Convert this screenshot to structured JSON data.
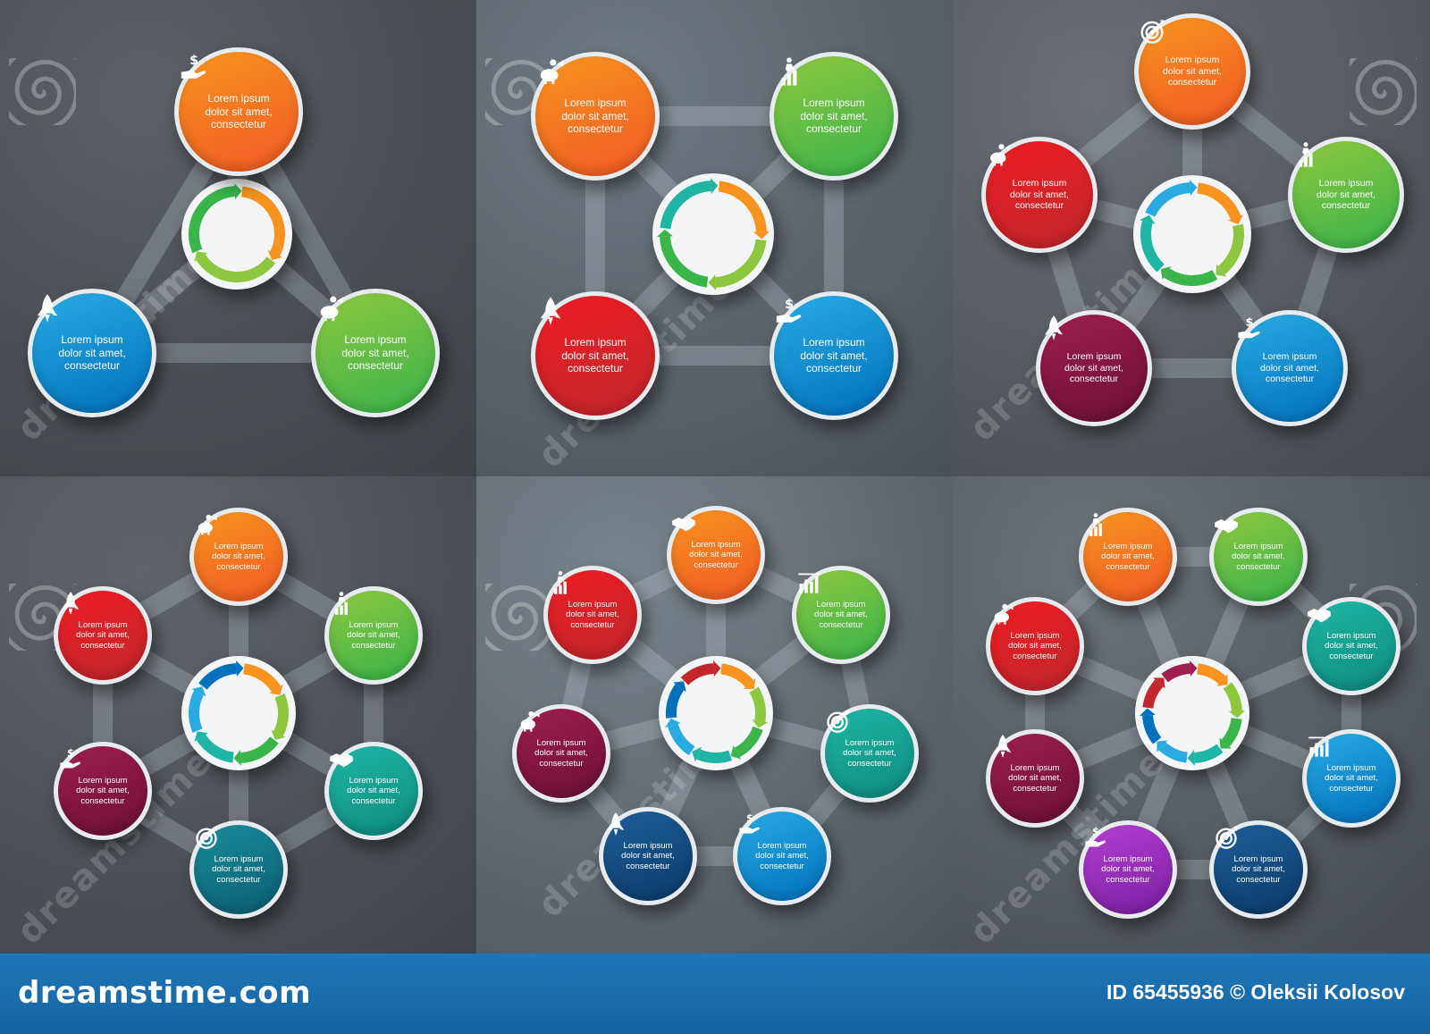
{
  "node_label": "Lorem ipsum\ndolor sit amet,\nconsectetur",
  "watermark_text": "dreamstime",
  "footer": {
    "brand": "dreamstime.com",
    "credit": "ID 65455936 © Oleksii Kolosov"
  },
  "colors": {
    "orange": [
      "#f7931e",
      "#f15a24"
    ],
    "green": [
      "#8dc63f",
      "#39b54a"
    ],
    "blue": [
      "#29abe2",
      "#0071bc"
    ],
    "red": [
      "#ed1c24",
      "#c1272d"
    ],
    "crimson": [
      "#c1272d",
      "#8b1538"
    ],
    "maroon": [
      "#9e1f4f",
      "#6b0f35"
    ],
    "teal": [
      "#1fb5a5",
      "#0e8c7f"
    ],
    "darkteal": [
      "#1a8c99",
      "#0b5e73"
    ],
    "navy": [
      "#1c5f9c",
      "#0d3a66"
    ],
    "purple": [
      "#b43fd1",
      "#7a1fa2"
    ]
  },
  "diagrams": [
    {
      "panel": "three-step-cycle",
      "nodes": [
        {
          "color": "orange",
          "icon": "dollar-hand-icon"
        },
        {
          "color": "green",
          "icon": "piggy-bank-icon"
        },
        {
          "color": "blue",
          "icon": "rocket-icon"
        }
      ]
    },
    {
      "panel": "four-step-cycle",
      "nodes": [
        {
          "color": "orange",
          "icon": "piggy-bank-icon"
        },
        {
          "color": "green",
          "icon": "growth-chart-icon"
        },
        {
          "color": "blue",
          "icon": "dollar-hand-icon"
        },
        {
          "color": "red",
          "icon": "rocket-icon"
        }
      ]
    },
    {
      "panel": "five-step-cycle",
      "nodes": [
        {
          "color": "orange",
          "icon": "target-icon"
        },
        {
          "color": "green",
          "icon": "growth-chart-icon"
        },
        {
          "color": "blue",
          "icon": "dollar-hand-icon"
        },
        {
          "color": "maroon",
          "icon": "rocket-icon"
        },
        {
          "color": "red",
          "icon": "piggy-bank-icon"
        }
      ]
    },
    {
      "panel": "six-step-cycle",
      "nodes": [
        {
          "color": "orange",
          "icon": "piggy-bank-icon"
        },
        {
          "color": "green",
          "icon": "growth-chart-icon"
        },
        {
          "color": "teal",
          "icon": "handshake-icon"
        },
        {
          "color": "darkteal",
          "icon": "target-icon"
        },
        {
          "color": "maroon",
          "icon": "dollar-hand-icon"
        },
        {
          "color": "red",
          "icon": "rocket-icon"
        }
      ]
    },
    {
      "panel": "seven-step-cycle",
      "nodes": [
        {
          "color": "orange",
          "icon": "handshake-icon"
        },
        {
          "color": "green",
          "icon": "bar-chart-icon"
        },
        {
          "color": "teal",
          "icon": "target-icon"
        },
        {
          "color": "blue",
          "icon": "dollar-hand-icon"
        },
        {
          "color": "navy",
          "icon": "rocket-icon"
        },
        {
          "color": "maroon",
          "icon": "piggy-bank-icon"
        },
        {
          "color": "red",
          "icon": "growth-chart-icon"
        }
      ]
    },
    {
      "panel": "eight-step-cycle",
      "nodes": [
        {
          "color": "orange",
          "icon": "growth-chart-icon"
        },
        {
          "color": "green",
          "icon": "handshake-icon"
        },
        {
          "color": "teal",
          "icon": "handshake-icon"
        },
        {
          "color": "blue",
          "icon": "bar-chart-icon"
        },
        {
          "color": "navy",
          "icon": "target-icon"
        },
        {
          "color": "purple",
          "icon": "dollar-hand-icon"
        },
        {
          "color": "maroon",
          "icon": "rocket-icon"
        },
        {
          "color": "red",
          "icon": "piggy-bank-icon"
        }
      ]
    }
  ]
}
